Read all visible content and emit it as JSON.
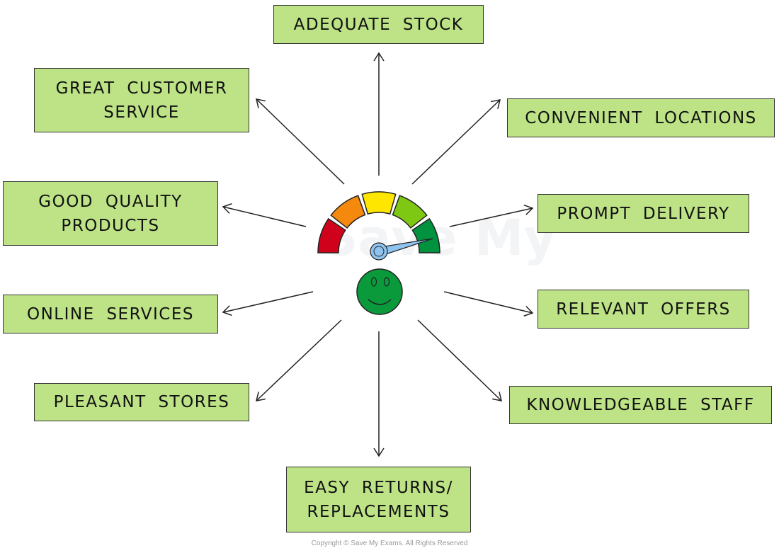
{
  "boxes": [
    {
      "id": "adequate-stock",
      "label": "ADEQUATE STOCK"
    },
    {
      "id": "great-customer-service",
      "label": "GREAT CUSTOMER\nSERVICE"
    },
    {
      "id": "convenient-locations",
      "label": "CONVENIENT LOCATIONS"
    },
    {
      "id": "good-quality-products",
      "label": "GOOD QUALITY\nPRODUCTS"
    },
    {
      "id": "prompt-delivery",
      "label": "PROMPT DELIVERY"
    },
    {
      "id": "online-services",
      "label": "ONLINE SERVICES"
    },
    {
      "id": "relevant-offers",
      "label": "RELEVANT OFFERS"
    },
    {
      "id": "pleasant-stores",
      "label": "PLEASANT STORES"
    },
    {
      "id": "knowledgeable-staff",
      "label": "KNOWLEDGEABLE STAFF"
    },
    {
      "id": "easy-returns",
      "label": "EASY RETURNS/\nREPLACEMENTS"
    }
  ],
  "gauge": {
    "segment_colors": [
      "#d0021b",
      "#f5890d",
      "#ffe600",
      "#7ec813",
      "#00923f"
    ],
    "needle_color": "#8fc4f0",
    "face_color": "#0a9a3c"
  },
  "box_color": "#bde386",
  "watermark": "Save My Exams",
  "copyright": "Copyright © Save My Exams. All Rights Reserved"
}
